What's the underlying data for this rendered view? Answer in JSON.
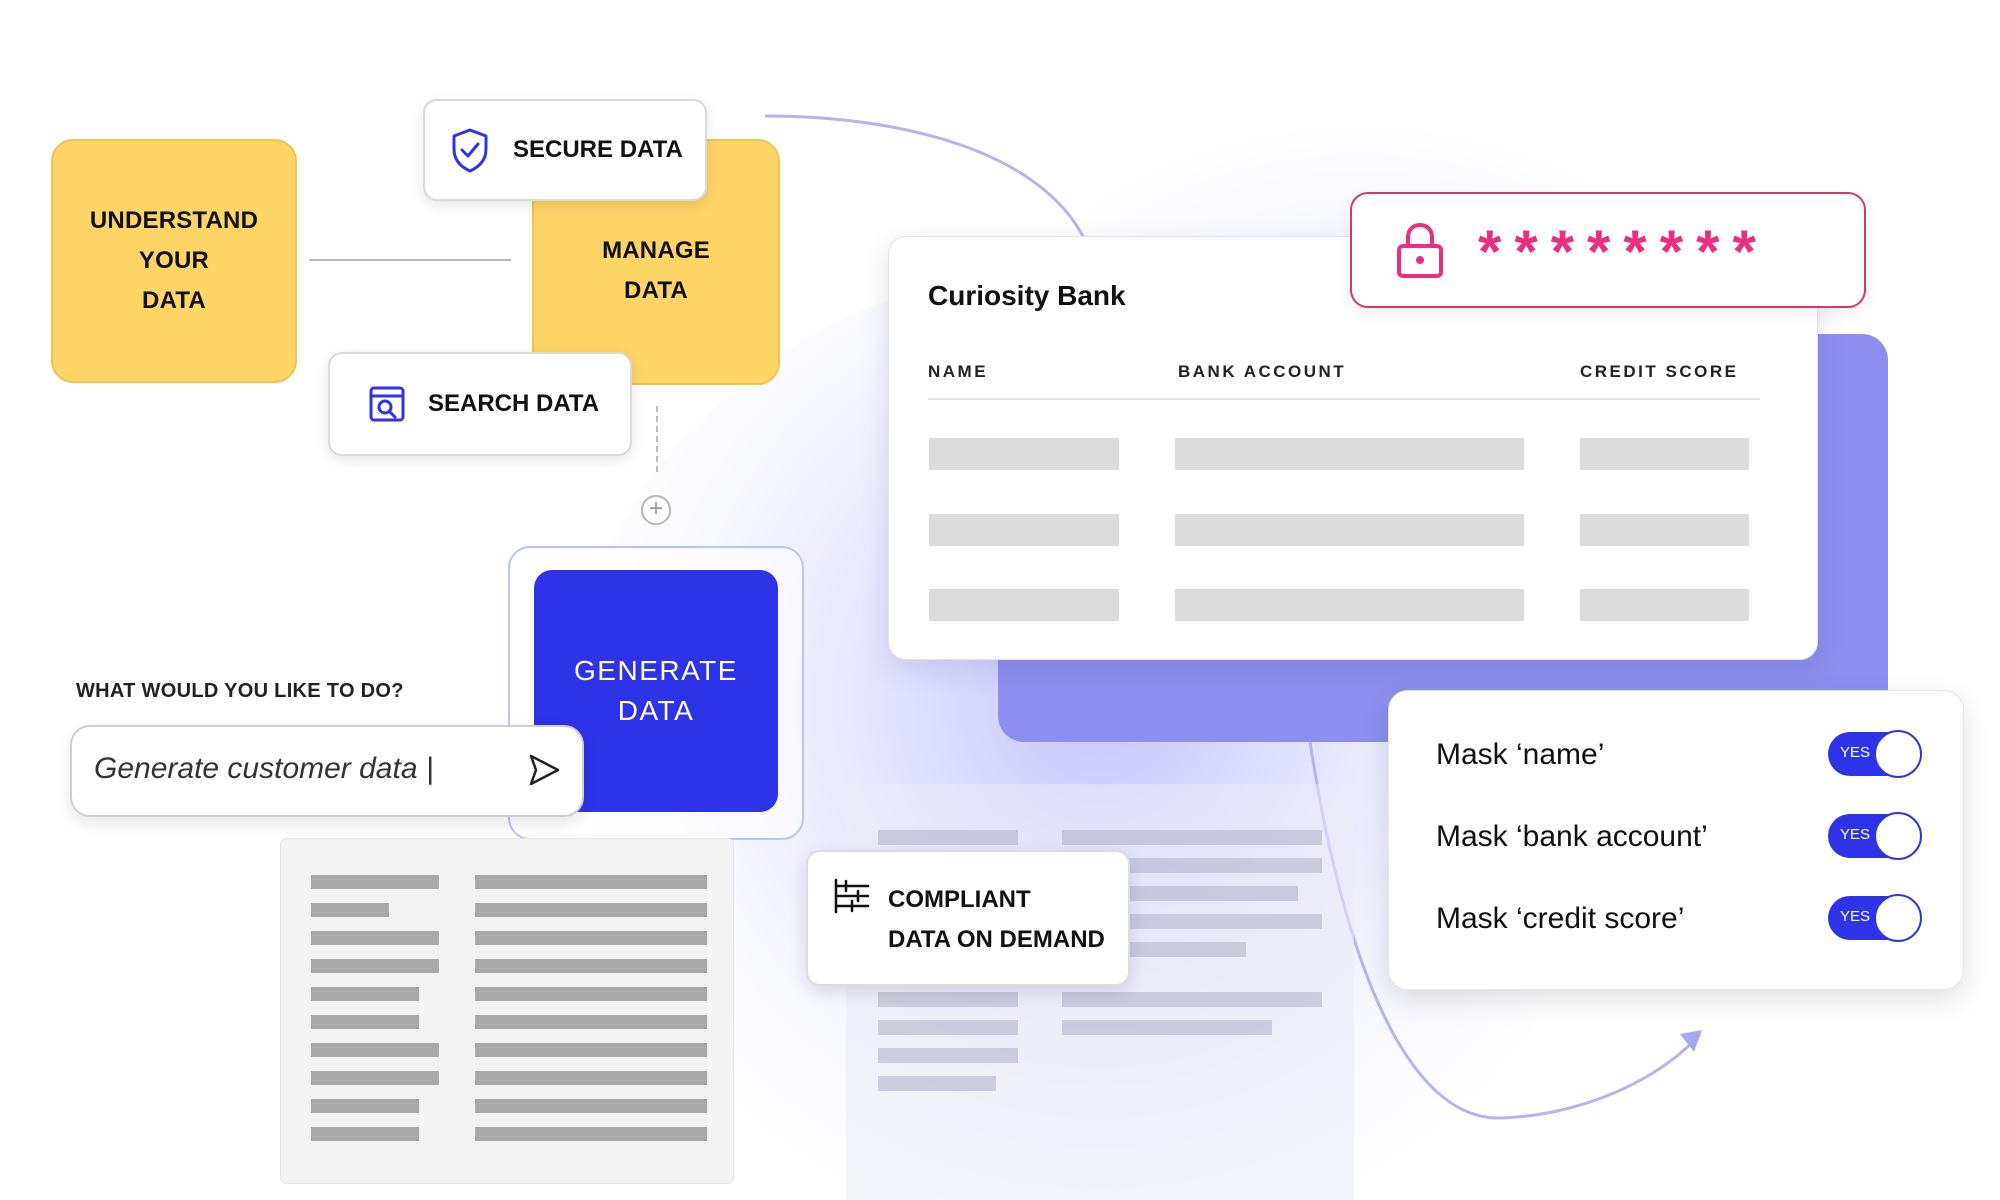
{
  "workflow": {
    "understand": [
      "UNDERSTAND",
      "YOUR",
      "DATA"
    ],
    "manage": [
      "MANAGE",
      "DATA"
    ],
    "secure_label": "SECURE DATA",
    "search_label": "SEARCH DATA",
    "generate": [
      "GENERATE",
      "DATA"
    ]
  },
  "prompt": {
    "question": "WHAT WOULD YOU LIKE TO DO?",
    "input_value": "Generate customer data |"
  },
  "compliant": {
    "line1": "COMPLIANT",
    "line2": "DATA ON DEMAND"
  },
  "bank": {
    "title": "Curiosity Bank",
    "columns": [
      "NAME",
      "BANK ACCOUNT",
      "CREDIT SCORE"
    ]
  },
  "password": {
    "masked_value": "********"
  },
  "masking": {
    "options": [
      {
        "label": "Mask ‘name’",
        "toggle": "YES"
      },
      {
        "label": "Mask ‘bank account’",
        "toggle": "YES"
      },
      {
        "label": "Mask ‘credit score’",
        "toggle": "YES"
      }
    ]
  },
  "colors": {
    "accent_blue": "#2e33e8",
    "card_yellow": "#fdd466",
    "password_pink": "#ea2f83",
    "lavender": "#8d8ff0"
  },
  "icons": {
    "secure": "shield-check-icon",
    "search": "search-window-icon",
    "send": "send-icon",
    "compliant": "sliders-icon",
    "lock": "lock-icon",
    "add": "plus-icon"
  }
}
